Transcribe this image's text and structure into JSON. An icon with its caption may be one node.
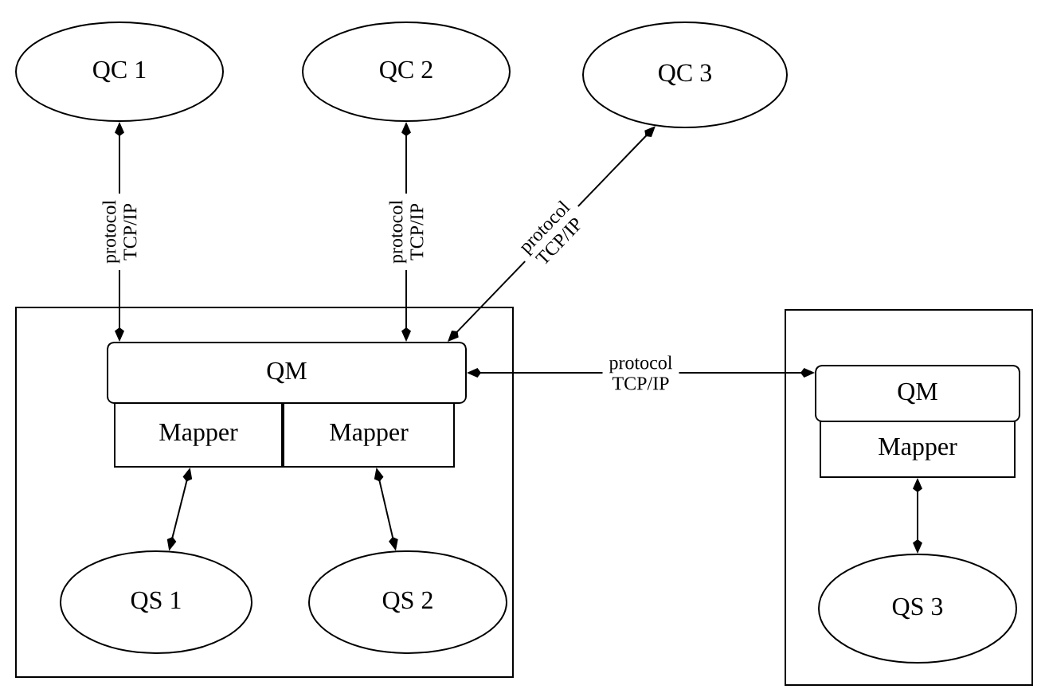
{
  "diagram": {
    "nodes": [
      {
        "text": [],
        "shape": "box"
      },
      {
        "text": [
          "QC 1"
        ]
      },
      {
        "text": [
          "QC 2"
        ]
      },
      {
        "text": [
          "QC 3"
        ]
      },
      {
        "text": [
          "QM"
        ],
        "in": 0
      },
      {
        "text": [
          "Mapper"
        ],
        "in": 0
      },
      {
        "text": [
          "Mapper"
        ],
        "in": 0
      },
      {
        "text": [
          "QS 1"
        ],
        "in": 0
      },
      {
        "text": [
          "QS 2"
        ],
        "in": 0
      },
      {
        "text": [],
        "shape": "box"
      },
      {
        "text": [
          "QM"
        ],
        "in": 9
      },
      {
        "text": [
          "Mapper"
        ],
        "in": 9
      },
      {
        "text": [
          "QS 3"
        ],
        "in": 9
      }
    ],
    "edges": [
      {
        "from": 1,
        "to": 4,
        "arrow": "both",
        "label": "protocol TCP/IP"
      },
      {
        "from": 2,
        "to": 4,
        "arrow": "both",
        "label": "protocol TCP/IP"
      },
      {
        "from": 3,
        "to": 4,
        "arrow": "both",
        "label": "protocol TCP/IP"
      },
      {
        "from": 4,
        "to": 10,
        "arrow": "both",
        "label": "protocol TCP/IP"
      },
      {
        "from": 5,
        "to": 7,
        "arrow": "both"
      },
      {
        "from": 6,
        "to": 8,
        "arrow": "both"
      },
      {
        "from": 11,
        "to": 12,
        "arrow": "both"
      }
    ]
  }
}
